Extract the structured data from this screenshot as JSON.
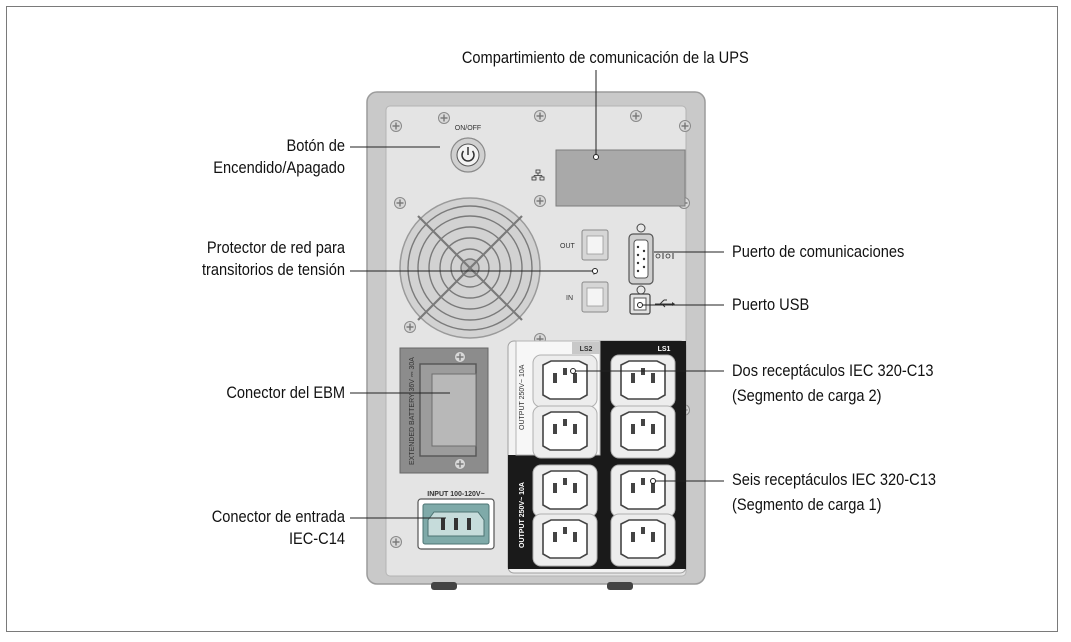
{
  "labels": {
    "comm_bay": "Compartimiento de comunicación de la UPS",
    "power_button_1": "Botón de",
    "power_button_2": "Encendido/Apagado",
    "surge_protector_1": "Protector de red para",
    "surge_protector_2": "transitorios de tensión",
    "ebm_connector": "Conector del EBM",
    "input_connector_1": "Conector de entrada",
    "input_connector_2": "IEC-C14",
    "comm_port": "Puerto de comunicaciones",
    "usb_port": "Puerto USB",
    "two_receptacles_1": "Dos receptáculos IEC 320-C13",
    "two_receptacles_2": "(Segmento de carga 2)",
    "six_receptacles_1": "Seis receptáculos IEC 320-C13",
    "six_receptacles_2": "(Segmento de carga 1)"
  },
  "panel_text": {
    "on_off": "ON/OFF",
    "out": "OUT",
    "in": "IN",
    "ls2": "LS2",
    "ls1": "LS1",
    "ebm_vertical": "EXTENDED BATTERY  36V ⎓ 30A",
    "input_rating": "INPUT 100-120V~",
    "output_ls2": "OUTPUT 250V~ 10A",
    "output_ls1": "OUTPUT 250V~ 10A"
  },
  "colors": {
    "panel_outer": "#c9c9c9",
    "panel_inner": "#e4e4e4",
    "comm_bay": "#a9a9a9",
    "ebm_body": "#8c8c8c",
    "input_connector": "#7faaa9",
    "outlet_block": "#1a1a1a"
  }
}
